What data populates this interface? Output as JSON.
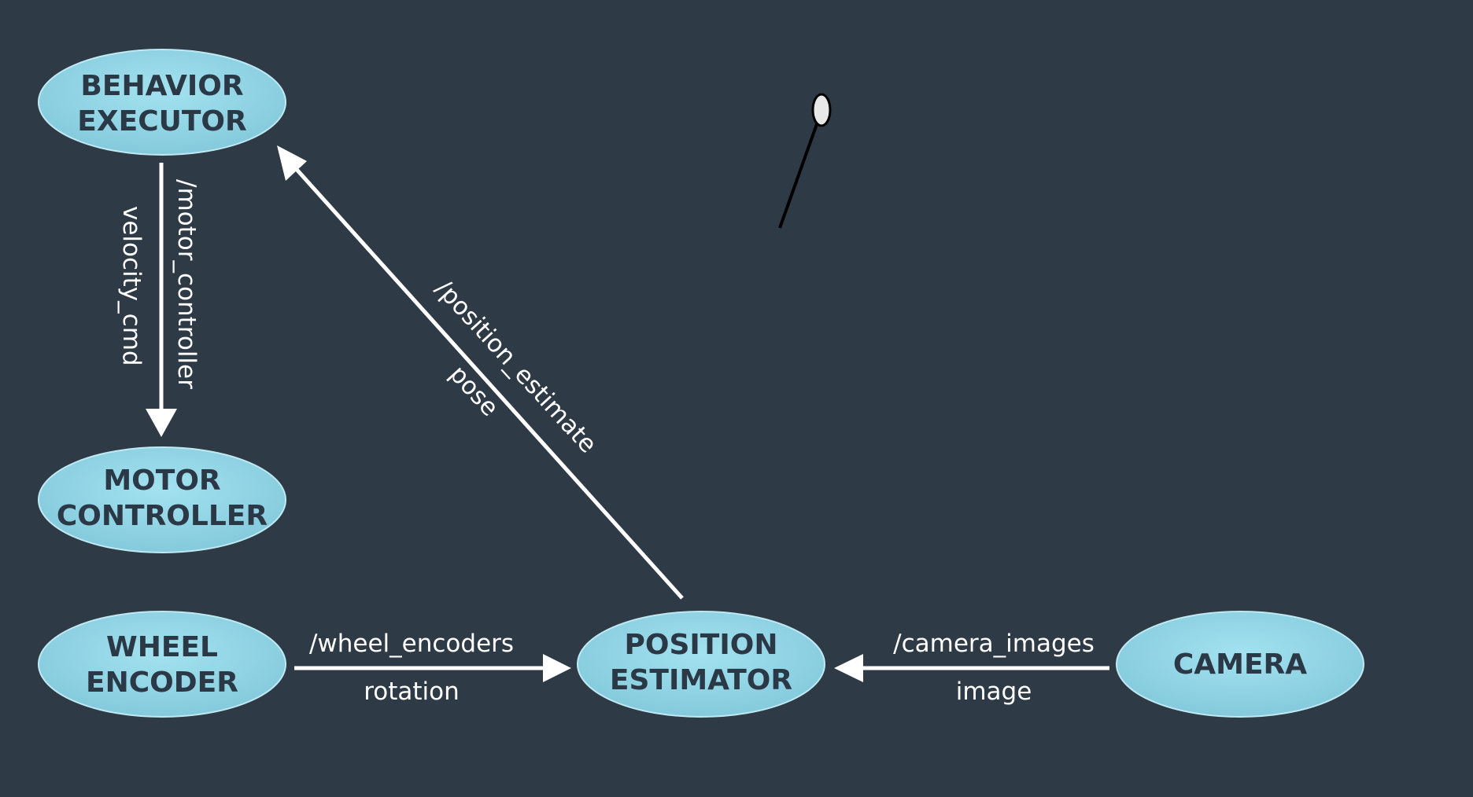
{
  "nodes": {
    "behavior_executor": [
      "BEHAVIOR",
      "EXECUTOR"
    ],
    "motor_controller": [
      "MOTOR",
      "CONTROLLER"
    ],
    "wheel_encoder": [
      "WHEEL",
      "ENCODER"
    ],
    "position_estimator": [
      "POSITION",
      "ESTIMATOR"
    ],
    "camera": [
      "CAMERA"
    ]
  },
  "edges": {
    "motor_controller": {
      "topic": "/motor_controller",
      "message": "velocity_cmd"
    },
    "position_estimate": {
      "topic": "/position_estimate",
      "message": "pose"
    },
    "wheel_encoders": {
      "topic": "/wheel_encoders",
      "message": "rotation"
    },
    "camera_images": {
      "topic": "/camera_images",
      "message": "image"
    }
  },
  "colors": {
    "background": "#2e3a46",
    "node_fill": "#8ed3e3",
    "node_text": "#2b3947",
    "edge": "#ffffff"
  }
}
